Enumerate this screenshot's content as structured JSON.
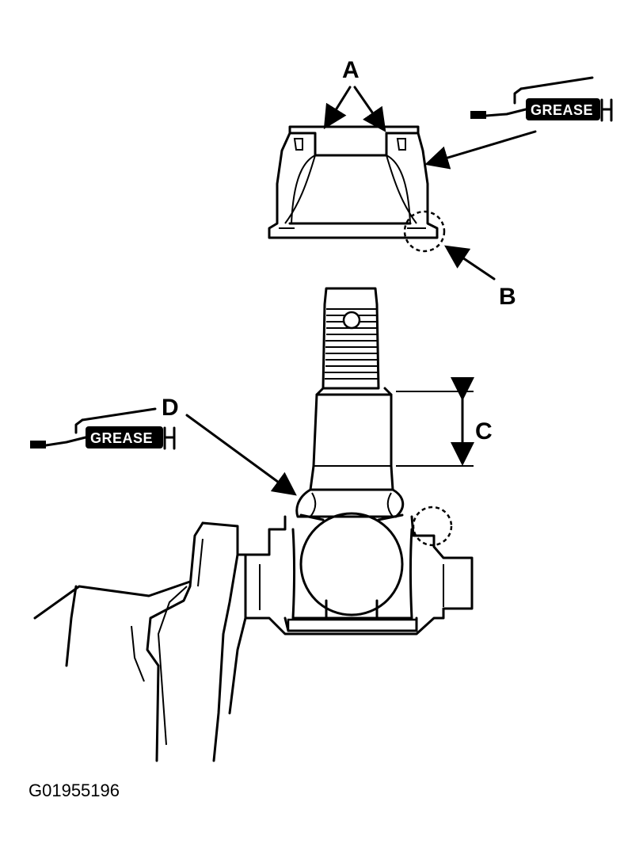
{
  "callouts": {
    "a": "A",
    "b": "B",
    "c": "C",
    "d": "D"
  },
  "grease_guns": {
    "top_label": "GREASE",
    "left_label": "GREASE"
  },
  "figure_id": "G01955196",
  "colors": {
    "ink": "#000000",
    "paper": "#ffffff"
  }
}
